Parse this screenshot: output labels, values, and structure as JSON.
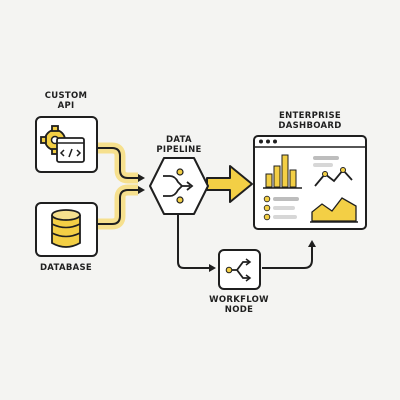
{
  "nodes": {
    "custom_api": {
      "line1": "CUSTOM",
      "line2": "API",
      "icon": "gear-code-icon"
    },
    "database": {
      "line1": "DATABASE",
      "icon": "database-icon"
    },
    "data_pipeline": {
      "line1": "DATA",
      "line2": "PIPELINE",
      "icon": "merge-arrows-icon"
    },
    "enterprise_dashboard": {
      "line1": "ENTERPRISE",
      "line2": "DASHBOARD",
      "icon": "dashboard-window-icon"
    },
    "workflow_node": {
      "line1": "WORKFLOW",
      "line2": "NODE",
      "icon": "split-arrows-icon"
    }
  },
  "colors": {
    "background": "#f4f4f2",
    "accent": "#f3cf45",
    "accent_light": "#f6e08e",
    "stroke": "#1f1f1f",
    "panel_gray": "#d7d7d7"
  }
}
